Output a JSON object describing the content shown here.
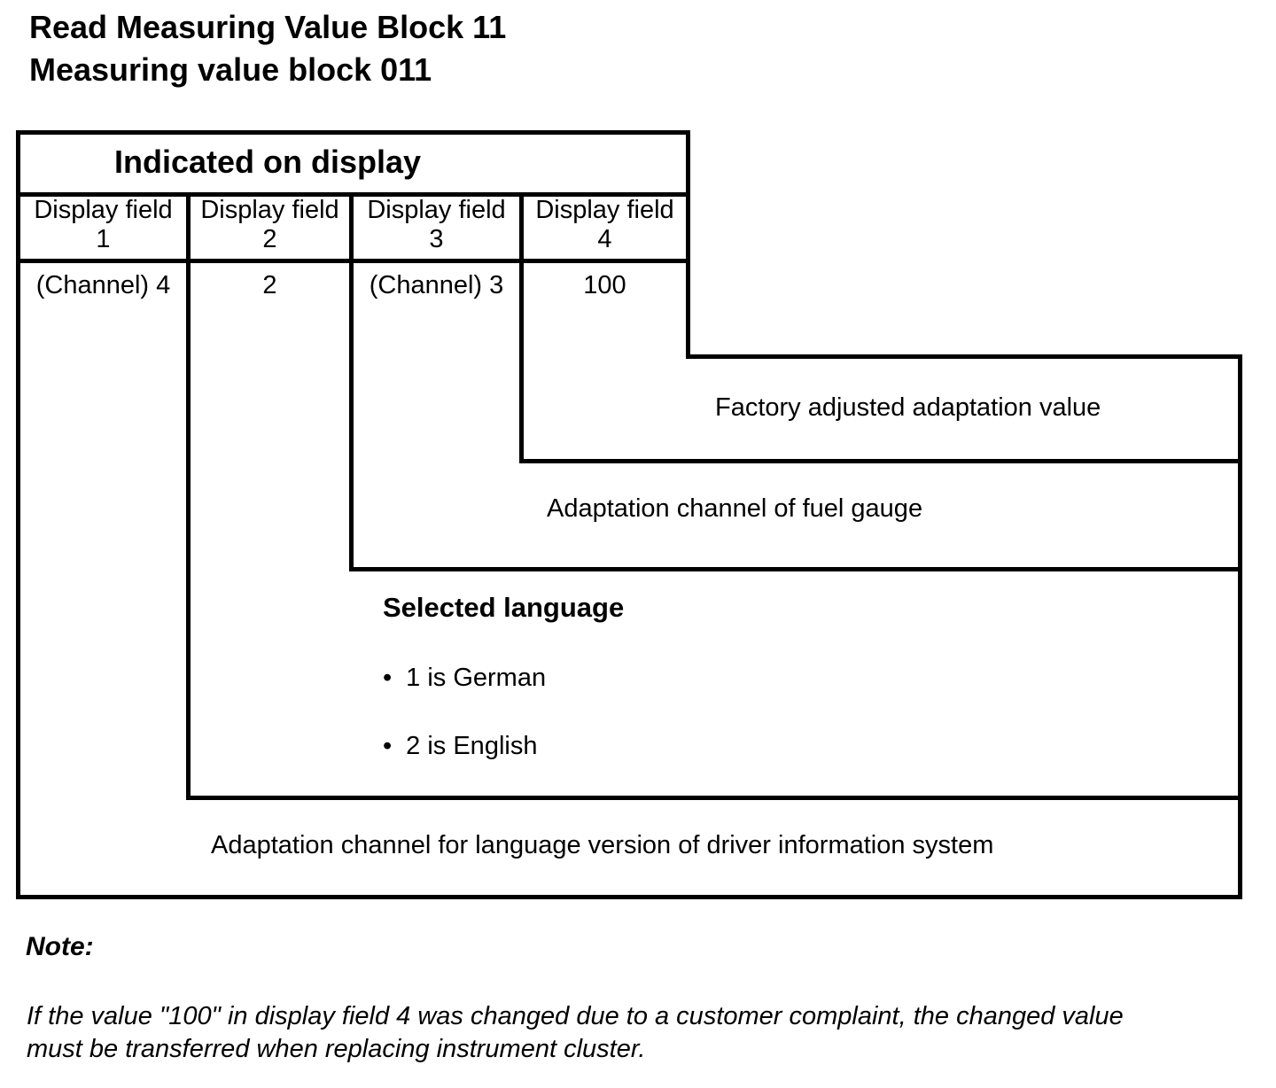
{
  "page": {
    "title_line1": "Read Measuring Value Block 11",
    "title_line2": "Measuring value block 011"
  },
  "table": {
    "header": "Indicated on display",
    "columns": [
      {
        "label": "Display field",
        "number": "1",
        "value": "(Channel) 4"
      },
      {
        "label": "Display field",
        "number": "2",
        "value": "2"
      },
      {
        "label": "Display field",
        "number": "3",
        "value": "(Channel) 3"
      },
      {
        "label": "Display field",
        "number": "4",
        "value": "100"
      }
    ]
  },
  "callouts": {
    "field4_label": "Factory adjusted adaptation value",
    "field3_label": "Adaptation channel of fuel gauge",
    "field2_heading": "Selected language",
    "field2_bullets": [
      "1 is German",
      "2 is English"
    ],
    "bullet_glyph": "•",
    "field1_label": "Adaptation channel for language version of driver information system"
  },
  "note": {
    "label": "Note:",
    "lines": [
      "If the value \"100\" in display field 4 was changed due to a customer complaint, the changed value",
      "must be transferred when replacing instrument cluster."
    ]
  },
  "colors": {
    "ink": "#000000",
    "background": "#ffffff"
  }
}
